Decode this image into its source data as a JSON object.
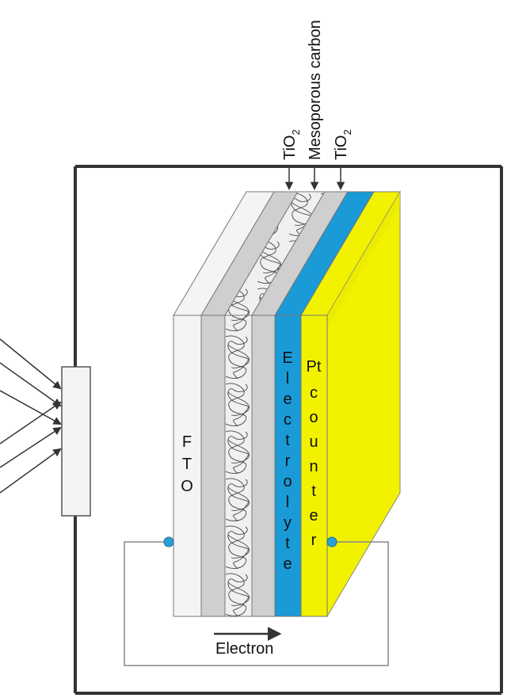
{
  "diagram": {
    "top_labels": {
      "tio2_left": {
        "base": "TiO",
        "sub": "2"
      },
      "mesoporous": "Mesoporous carbon",
      "tio2_right": {
        "base": "TiO",
        "sub": "2"
      }
    },
    "layers": {
      "fto": "FTO",
      "electrolyte": "Electrolyte",
      "pt_label": "Pt",
      "counter": "counter"
    },
    "electron_label": "Electron",
    "colors": {
      "frame": "#333333",
      "fto_face": "#f4f4f4",
      "gray_layer": "#cfcfcf",
      "carbon_bg": "#f0f0f0",
      "electrolyte": "#1a9ad6",
      "counter_yellow": "#f2f200",
      "counter_yellow_dark": "#c9c900",
      "node": "#2b9fd8"
    }
  }
}
